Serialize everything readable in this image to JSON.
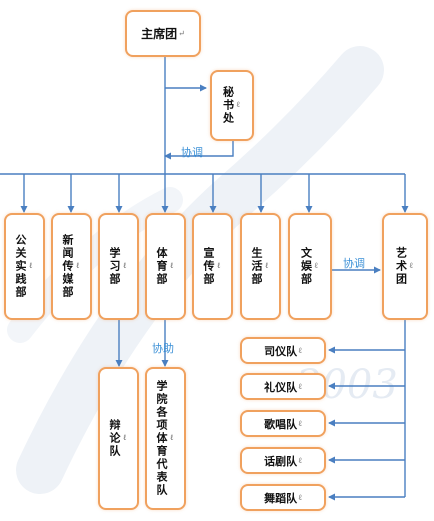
{
  "colors": {
    "box_border": "#f0a15e",
    "line": "#4a7fc1",
    "label": "#3a8fd6",
    "watermark": "#e5ebf3"
  },
  "watermark": {
    "text": "2003"
  },
  "presidium": "主席团",
  "secretariat": "秘书处",
  "coordinate_label_top": "协调",
  "departments": [
    "公关实践部",
    "新闻传媒部",
    "学习部",
    "体育部",
    "宣传部",
    "生活部",
    "文娱部"
  ],
  "coordinate_label_mid": "协调",
  "art_group": "艺术团",
  "assist_label": "协助",
  "debate_team": "辩论队",
  "sports_teams": "学院各项体育代表队",
  "art_teams": [
    "司仪队",
    "礼仪队",
    "歌唱队",
    "话剧队",
    "舞蹈队"
  ],
  "marks": {
    "para": "↵",
    "tail": "ℓ"
  }
}
